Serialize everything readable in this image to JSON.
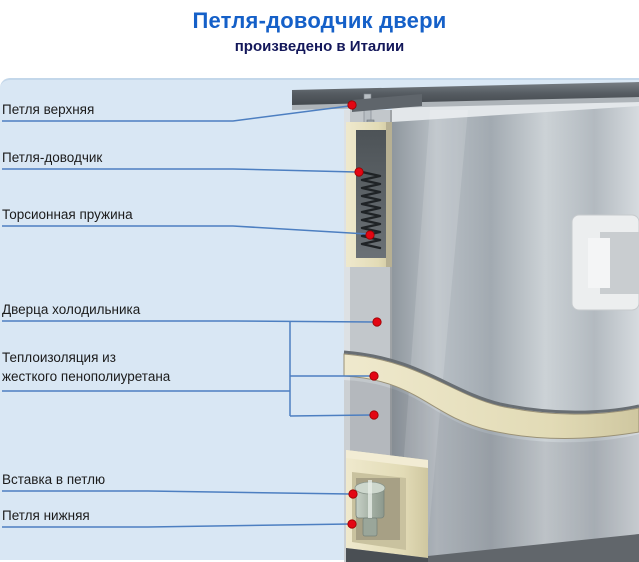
{
  "header": {
    "title": "Петля-доводчик двери",
    "subtitle": "произведено в Италии"
  },
  "callouts": [
    {
      "label": "Петля верхняя"
    },
    {
      "label": "Петля-доводчик"
    },
    {
      "label": "Торсионная пружина"
    },
    {
      "label": "Дверца холодильника"
    },
    {
      "line1": "Теплоизоляция из",
      "line2": "жесткого пенополиуретана"
    },
    {
      "label": "Вставка в петлю"
    },
    {
      "label": "Петля нижняя"
    }
  ],
  "colors": {
    "title_blue": "#1560c8",
    "subtitle_navy": "#13175a",
    "callout_line_blue": "#4d7fc1",
    "marker_red": "#e30613",
    "background_blue": "#d9e7f4",
    "insulation_beige": "#e6dfbe",
    "metal_gray": "#b6bcc1",
    "countertop_dark_gray": "#5a6066"
  }
}
